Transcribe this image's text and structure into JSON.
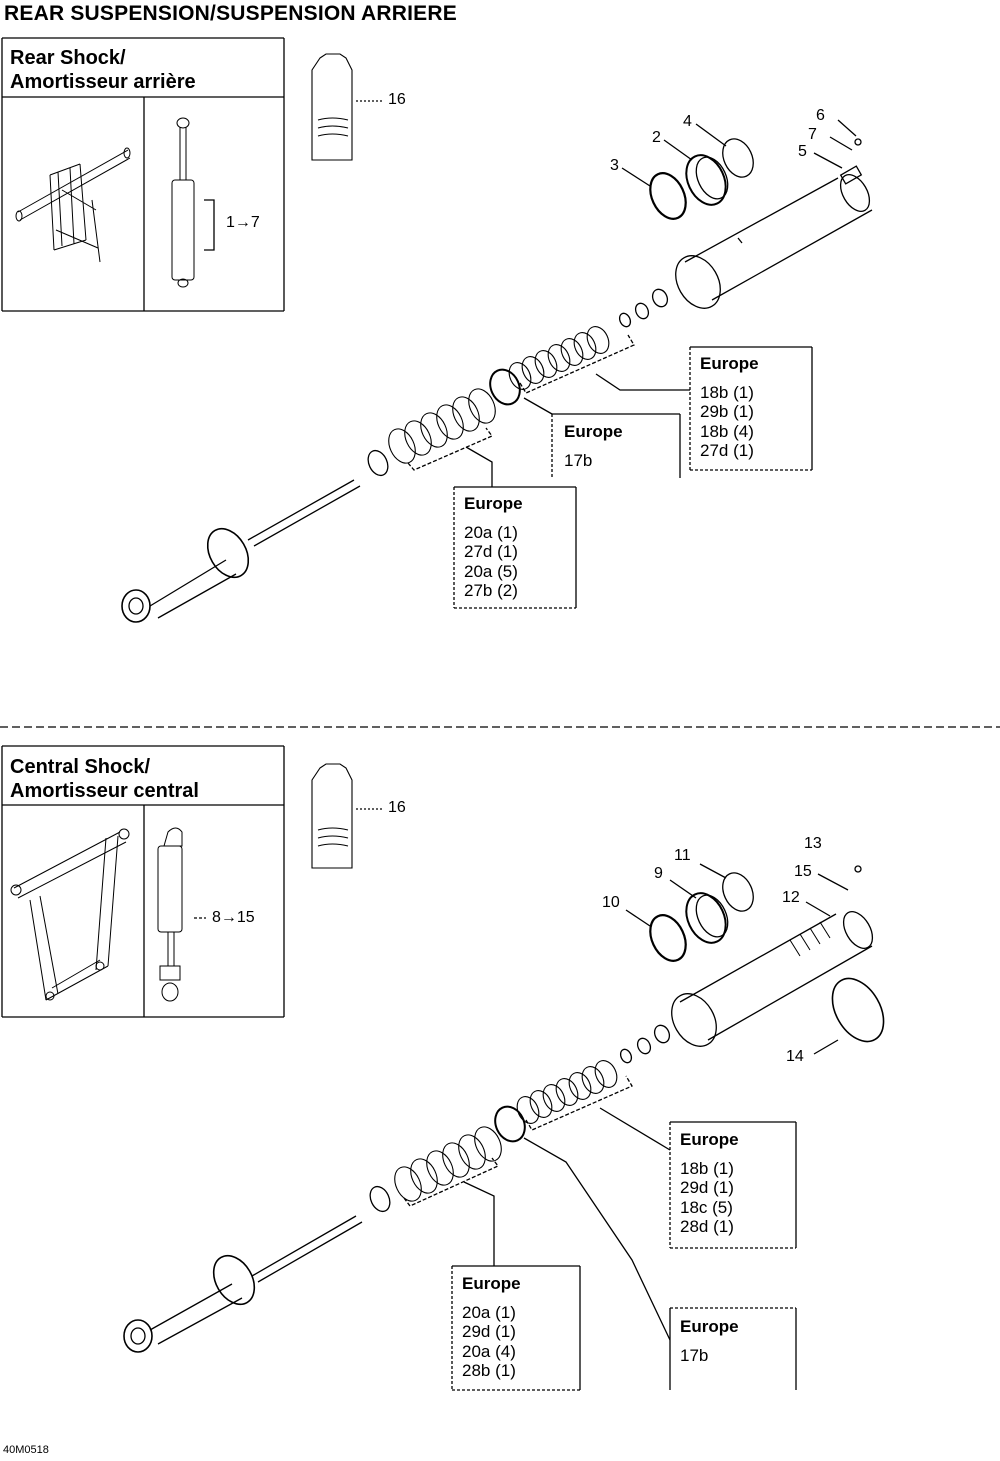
{
  "page_title": "REAR SUSPENSION/SUSPENSION ARRIERE",
  "figure_code": "40M0518",
  "rear": {
    "title_line1": "Rear Shock/",
    "title_line2": "Amortisseur arrière",
    "range_label": "1→7",
    "callouts": {
      "c1": "2",
      "c2": "3",
      "c3": "4",
      "c4": "5",
      "c5": "6",
      "c6": "7",
      "c7": "16"
    },
    "box_top": {
      "heading": "Europe",
      "lines": [
        "18b (1)",
        "29b (1)",
        "18b (4)",
        "27d (1)"
      ]
    },
    "box_mid": {
      "heading": "Europe",
      "lines": [
        "17b"
      ]
    },
    "box_low": {
      "heading": "Europe",
      "lines": [
        "20a (1)",
        "27d (1)",
        "20a (5)",
        "27b (2)"
      ]
    }
  },
  "central": {
    "title_line1": "Central Shock/",
    "title_line2": "Amortisseur central",
    "range_label": "8→15",
    "callouts": {
      "c1": "9",
      "c2": "10",
      "c3": "11",
      "c4": "12",
      "c5": "13",
      "c6": "14",
      "c7": "15",
      "c8": "16"
    },
    "box_top": {
      "heading": "Europe",
      "lines": [
        "18b (1)",
        "29d (1)",
        "18c (5)",
        "28d (1)"
      ]
    },
    "box_low": {
      "heading": "Europe",
      "lines": [
        "20a (1)",
        "29d (1)",
        "20a (4)",
        "28b (1)"
      ]
    },
    "box_right": {
      "heading": "Europe",
      "lines": [
        "17b"
      ]
    }
  }
}
